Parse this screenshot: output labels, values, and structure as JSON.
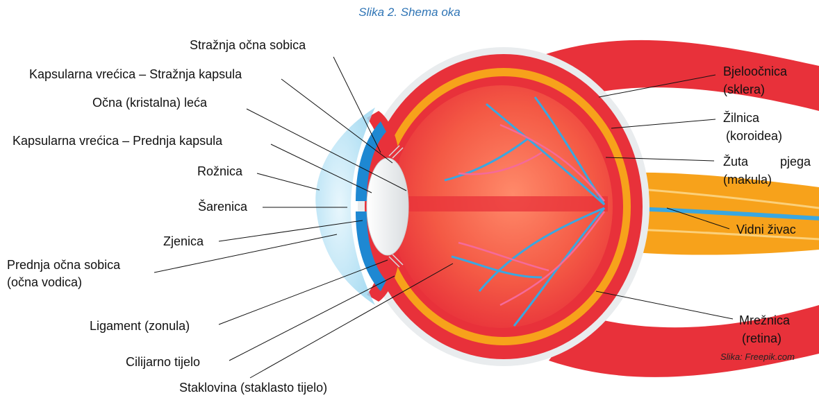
{
  "caption": "Slika 2. Shema oka",
  "credit": "Slika: Freepik.com",
  "labels": {
    "straznja_ocna_sobica": "Stražnja očna sobica",
    "straznja_kapsula": "Kapsularna vrećica – Stražnja kapsula",
    "ocna_leca": "Očna (kristalna) leća",
    "prednja_kapsula": "Kapsularna vrećica – Prednja kapsula",
    "roznica": "Rožnica",
    "sarenica": "Šarenica",
    "zjenica": "Zjenica",
    "prednja_ocna_sobica_1": "Prednja očna sobica",
    "prednja_ocna_sobica_2": "(očna vodica)",
    "ligament": "Ligament (zonula)",
    "cilijarno_tijelo": "Cilijarno tijelo",
    "staklovina": "Staklovina (staklasto tijelo)",
    "bjeloocnica_1": "Bjeloočnica",
    "bjeloocnica_2": "(sklera)",
    "zilnica_1": "Žilnica",
    "zilnica_2": "(koroidea)",
    "zuta_pjega_1a": "Žuta",
    "zuta_pjega_1b": "pjega",
    "zuta_pjega_2": "(makula)",
    "vidni_zivac": "Vidni živac",
    "mreznica_1": "Mrežnica",
    "mreznica_2": "(retina)"
  },
  "colors": {
    "caption": "#2e74b5",
    "sclera_red": "#e8313a",
    "vitreous": "#f25a4a",
    "orange_layer": "#f7a21b",
    "retina_blue": "#3aa7e0",
    "cornea": "#bfe6f7",
    "iris_blue": "#1e88d2"
  }
}
